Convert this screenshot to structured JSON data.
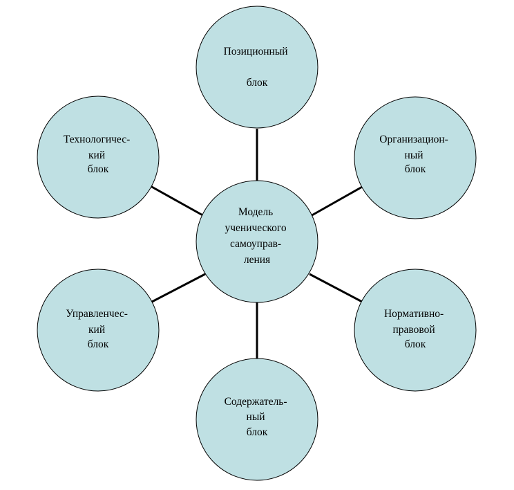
{
  "diagram": {
    "center": {
      "lines": [
        "Модель",
        "ученического",
        "самоупрaв-",
        "ления"
      ]
    },
    "nodes": [
      {
        "id": "positional",
        "lines": [
          "Позиционный",
          "",
          "блок"
        ]
      },
      {
        "id": "organizational",
        "lines": [
          "Организацион-",
          "ный",
          "блок"
        ]
      },
      {
        "id": "normative-legal",
        "lines": [
          "Нормативно-",
          "правовой",
          "блок"
        ]
      },
      {
        "id": "content",
        "lines": [
          "Содержатель-",
          "ный",
          "блок"
        ]
      },
      {
        "id": "managerial",
        "lines": [
          "Управленчес-",
          "кий",
          "блок"
        ]
      },
      {
        "id": "technological",
        "lines": [
          "Технологичес-",
          "кий",
          "блок"
        ]
      }
    ],
    "colors": {
      "fill": "#bfe0e3",
      "stroke": "#000000",
      "connector": "#000000"
    }
  }
}
